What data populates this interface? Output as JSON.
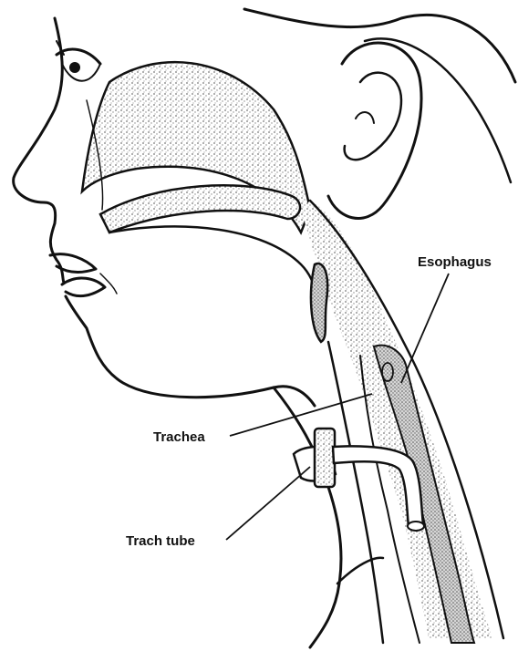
{
  "diagram": {
    "labels": {
      "esophagus": "Esophagus",
      "trachea": "Trachea",
      "trach_tube": "Trach tube"
    },
    "colors": {
      "ink": "#111111",
      "shade": "#b8b8b8",
      "background": "#ffffff"
    }
  }
}
